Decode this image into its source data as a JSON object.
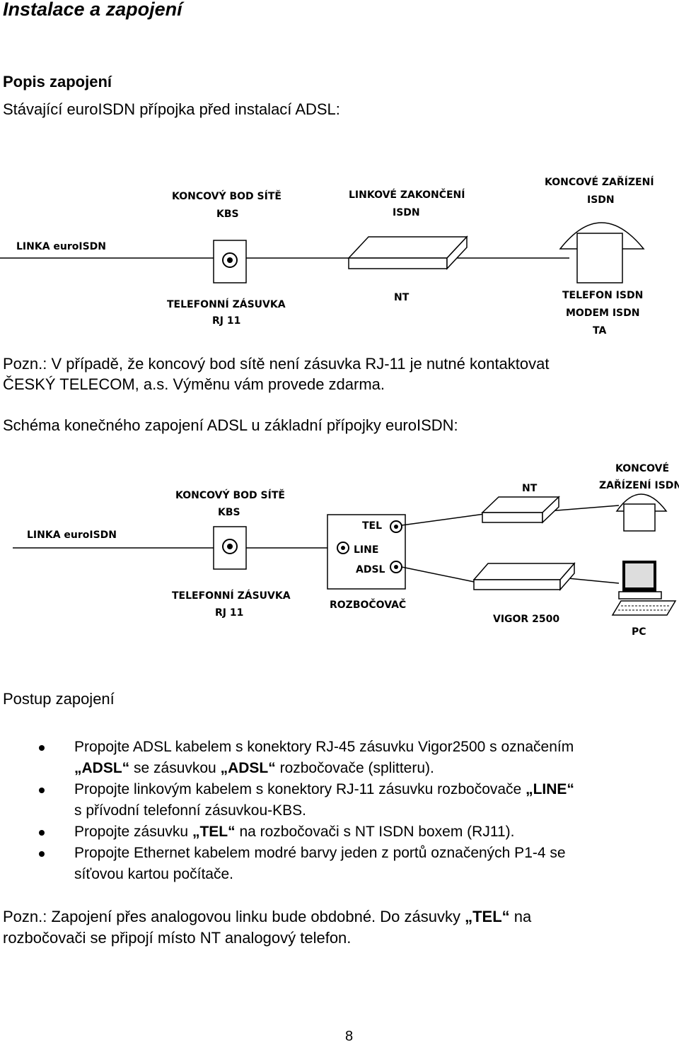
{
  "title": "Instalace a zapojení",
  "section1": {
    "heading": "Popis zapojení",
    "subheading": "Stávající euroISDN přípojka před instalací ADSL:"
  },
  "diagram1": {
    "line_label": "LINKA euroISDN",
    "kbs_label1": "KONCOVÝ BOD SÍTĚ",
    "kbs_label2": "KBS",
    "nt_top1": "LINKOVÉ ZAKONČENÍ",
    "nt_top2": "ISDN",
    "te_top1": "KONCOVÉ ZAŘÍZENÍ",
    "te_top2": "ISDN",
    "socket_label1": "TELEFONNÍ ZÁSUVKA",
    "socket_label2": "RJ 11",
    "nt_label": "NT",
    "te_bot1": "TELEFON ISDN",
    "te_bot2": "MODEM ISDN",
    "te_bot3": "TA"
  },
  "note1": {
    "line1": "Pozn.: V případě, že koncový bod sítě není zásuvka RJ-11 je nutné kontaktovat",
    "line2": "ČESKÝ TELECOM, a.s. Výměnu vám provede zdarma."
  },
  "section2": {
    "heading": "Schéma konečného zapojení ADSL u základní přípojky euroISDN:"
  },
  "diagram2": {
    "line_label": "LINKA euroISDN",
    "kbs_label1": "KONCOVÝ BOD SÍTĚ",
    "kbs_label2": "KBS",
    "socket_label1": "TELEFONNÍ ZÁSUVKA",
    "socket_label2": "RJ 11",
    "tel": "TEL",
    "line": "LINE",
    "adsl": "ADSL",
    "splitter": "ROZBOČOVAČ",
    "nt": "NT",
    "te1": "KONCOVÉ",
    "te2": "ZAŘÍZENÍ  ISDN",
    "vigor": "VIGOR 2500",
    "pc": "PC"
  },
  "section3": {
    "heading": "Postup zapojení",
    "items": [
      {
        "l1": "Propojte ADSL kabelem s konektory RJ-45 zásuvku Vigor2500 s označením",
        "l2a": "„ADSL“",
        "l2b": " se zásuvkou ",
        "l2c": "„ADSL“",
        "l2d": " rozbočovače (splitteru)."
      },
      {
        "l1a": "Propojte linkovým kabelem s konektory RJ-11 zásuvku rozbočovače ",
        "l1b": "„LINE“",
        "l2": "s přívodní telefonní zásuvkou-KBS."
      },
      {
        "l1a": "Propojte zásuvku ",
        "l1b": "„TEL“",
        "l1c": "  na rozbočovači  s NT ISDN boxem (RJ11)."
      },
      {
        "l1": "Propojte Ethernet kabelem modré barvy jeden z portů označených P1-4 se",
        "l2": "síťovou kartou počítače."
      }
    ]
  },
  "note2": {
    "line1a": "Pozn.: Zapojení přes analogovou linku bude obdobné. Do zásuvky ",
    "line1b": "„TEL“",
    "line1c": "  na",
    "line2": "rozbočovači  se připojí místo NT analogový telefon."
  },
  "page_number": "8"
}
